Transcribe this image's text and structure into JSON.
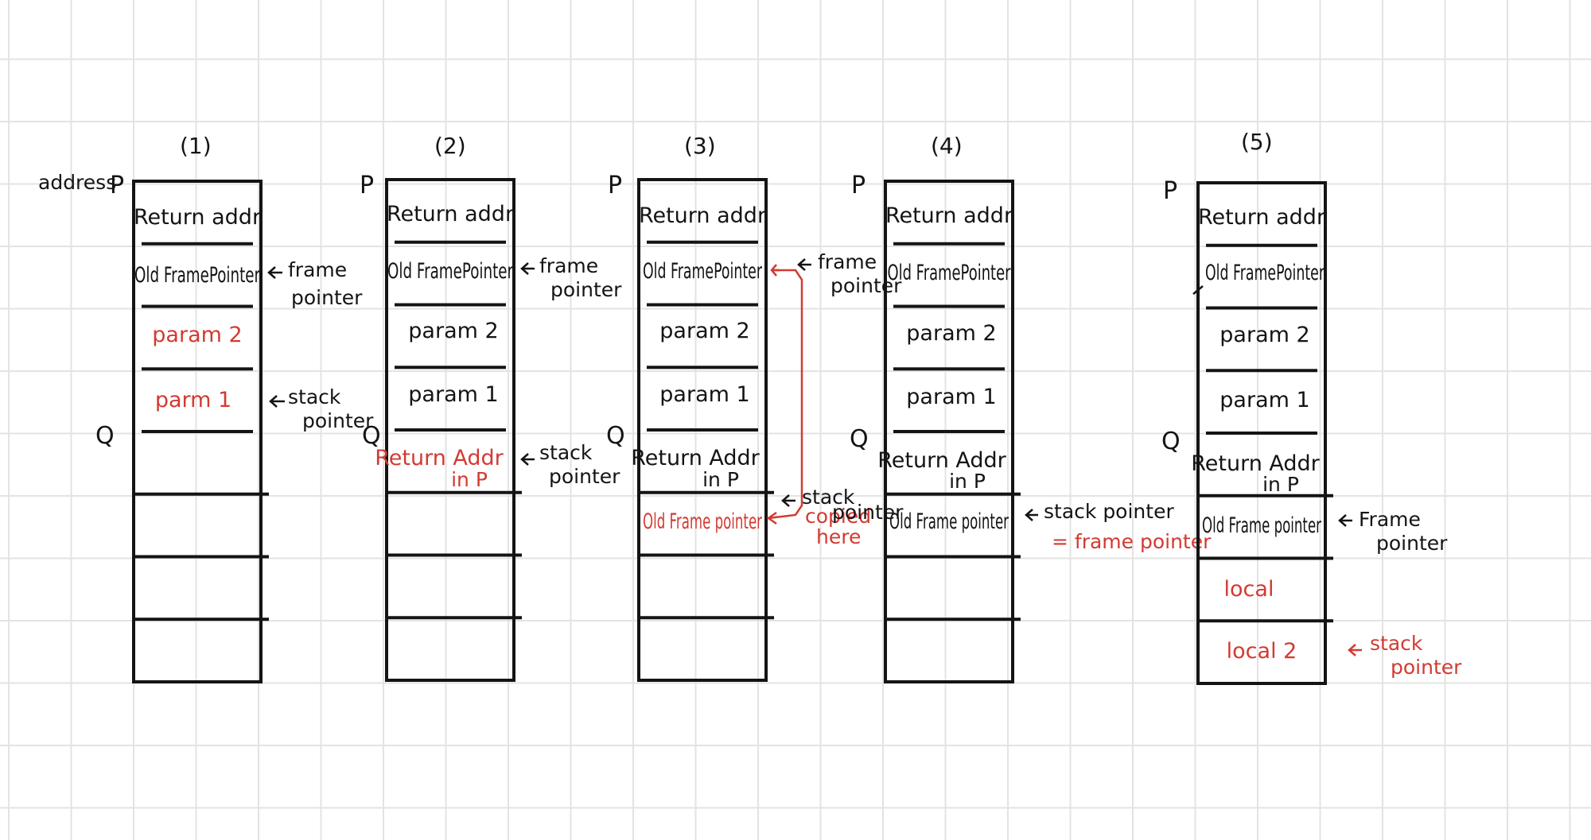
{
  "address_label": "address",
  "columns": [
    {
      "header": "(1)",
      "top_label": "P",
      "bottom_label": "Q",
      "slots": [
        {
          "text": "Return addr",
          "color": "#141414"
        },
        {
          "text": "Old FramePointer",
          "color": "#141414"
        },
        {
          "text": "param 2",
          "color": "#d33a32"
        },
        {
          "text": "parm 1",
          "color": "#d33a32"
        },
        {
          "text": "",
          "color": "#141414"
        },
        {
          "text": "",
          "color": "#141414"
        },
        {
          "text": "",
          "color": "#141414"
        },
        {
          "text": "",
          "color": "#141414"
        }
      ]
    },
    {
      "header": "(2)",
      "top_label": "P",
      "bottom_label": "Q",
      "slots": [
        {
          "text": "Return addr",
          "color": "#141414"
        },
        {
          "text": "Old FramePointer",
          "color": "#141414"
        },
        {
          "text": "param 2",
          "color": "#141414"
        },
        {
          "text": "param 1",
          "color": "#141414"
        },
        {
          "text": "Return Addr",
          "sub": "in P",
          "color": "#d33a32"
        },
        {
          "text": "",
          "color": "#141414"
        },
        {
          "text": "",
          "color": "#141414"
        },
        {
          "text": "",
          "color": "#141414"
        }
      ]
    },
    {
      "header": "(3)",
      "top_label": "P",
      "bottom_label": "Q",
      "slots": [
        {
          "text": "Return addr",
          "color": "#141414"
        },
        {
          "text": "Old FramePointer",
          "color": "#141414"
        },
        {
          "text": "param 2",
          "color": "#141414"
        },
        {
          "text": "param 1",
          "color": "#141414"
        },
        {
          "text": "Return Addr",
          "sub": "in P",
          "color": "#141414"
        },
        {
          "text": "Old Frame pointer",
          "color": "#d33a32"
        },
        {
          "text": "",
          "color": "#141414"
        },
        {
          "text": "",
          "color": "#141414"
        }
      ]
    },
    {
      "header": "(4)",
      "top_label": "P",
      "bottom_label": "Q",
      "slots": [
        {
          "text": "Return addr",
          "color": "#141414"
        },
        {
          "text": "Old FramePointer",
          "color": "#141414"
        },
        {
          "text": "param 2",
          "color": "#141414"
        },
        {
          "text": "param 1",
          "color": "#141414"
        },
        {
          "text": "Return Addr",
          "sub": "in P",
          "color": "#141414"
        },
        {
          "text": "Old Frame pointer",
          "color": "#141414"
        },
        {
          "text": "",
          "color": "#141414"
        },
        {
          "text": "",
          "color": "#141414"
        }
      ]
    },
    {
      "header": "(5)",
      "top_label": "P",
      "bottom_label": "Q",
      "slots": [
        {
          "text": "Return addr",
          "color": "#141414"
        },
        {
          "text": "Old FramePointer",
          "color": "#141414"
        },
        {
          "text": "param 2",
          "color": "#141414"
        },
        {
          "text": "param 1",
          "color": "#141414"
        },
        {
          "text": "Return Addr",
          "sub": "in P",
          "color": "#141414"
        },
        {
          "text": "Old Frame pointer",
          "color": "#141414"
        },
        {
          "text": "local",
          "color": "#d33a32"
        },
        {
          "text": "local 2",
          "color": "#d33a32"
        }
      ]
    }
  ],
  "annotations": {
    "col1_frame_pointer": {
      "line1": "frame",
      "line2": "pointer"
    },
    "col1_stack_pointer": {
      "line1": "stack",
      "line2": "pointer"
    },
    "col2_frame_pointer": {
      "line1": "frame",
      "line2": "pointer"
    },
    "col2_stack_pointer": {
      "line1": "stack",
      "line2": "pointer"
    },
    "col3_frame_pointer": {
      "line1": "frame",
      "line2": "pointer"
    },
    "col3_stack_pointer": {
      "line1": "stack",
      "line2": "pointer"
    },
    "col3_copied": {
      "line1": "copied",
      "line2": "here"
    },
    "col4_stack_pointer": {
      "line1": "stack pointer"
    },
    "col4_equals": {
      "line1": "= frame pointer"
    },
    "col5_frame_pointer": {
      "line1": "Frame",
      "line2": "pointer"
    },
    "col5_stack_pointer": {
      "line1": "stack",
      "line2": "pointer"
    }
  },
  "colors": {
    "ink": "#141414",
    "red": "#d33a32",
    "grid": "#e3e3e3"
  }
}
